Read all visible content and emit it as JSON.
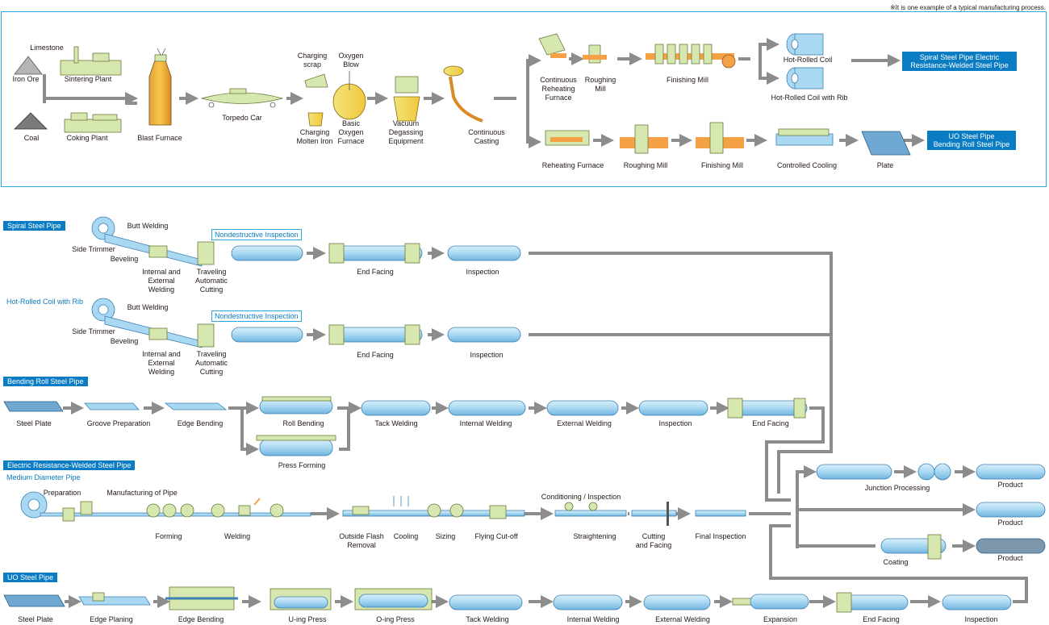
{
  "note": "※It is one example of a typical manufacturing process.",
  "top": {
    "limestone": "Limestone",
    "iron_ore": "Iron Ore",
    "sintering_plant": "Sintering Plant",
    "coal": "Coal",
    "coking_plant": "Coking Plant",
    "blast_furnace": "Blast Furnace",
    "torpedo_car": "Torpedo Car",
    "charging_scrap": [
      "Charging",
      "scrap"
    ],
    "charging_molten_iron": [
      "Charging",
      "Molten Iron"
    ],
    "oxygen_blow": [
      "Oxygen",
      "Blow"
    ],
    "basic_oxygen_furnace": [
      "Basic",
      "Oxygen",
      "Furnace"
    ],
    "vacuum_degassing": [
      "Vacuum",
      "Degassing",
      "Equipment"
    ],
    "continuous_casting": [
      "Continuous",
      "Casting"
    ],
    "cont_reheating_furnace": [
      "Continuous",
      "Reheating",
      "Furnace"
    ],
    "roughing_mill_top": [
      "Roughing",
      "Mill"
    ],
    "finishing_mill_top": "Finishing Mill",
    "hot_rolled_coil": "Hot-Rolled Coil",
    "hot_rolled_coil_rib": "Hot-Rolled Coil with Rib",
    "reheating_furnace": "Reheating Furnace",
    "roughing_mill": "Roughing Mill",
    "finishing_mill": "Finishing Mill",
    "controlled_cooling": "Controlled Cooling",
    "plate": "Plate",
    "product_spiral_erw": [
      "Spiral Steel Pipe Electric",
      "Resistance-Welded Steel Pipe"
    ],
    "product_uo_bending": [
      "UO Steel Pipe",
      "Bending Roll Steel Pipe"
    ]
  },
  "spiral": {
    "header": "Spiral Steel Pipe",
    "butt_welding": "Butt Welding",
    "side_trimmer": "Side Trimmer",
    "beveling": "Beveling",
    "internal_external": [
      "Internal and",
      "External",
      "Welding"
    ],
    "traveling_cutting": [
      "Traveling",
      "Automatic",
      "Cutting"
    ],
    "ndi": "Nondestructive Inspection",
    "end_facing": "End Facing",
    "inspection": "Inspection"
  },
  "rib": {
    "header": "Hot-Rolled Coil with Rib",
    "butt_welding": "Butt Welding",
    "side_trimmer": "Side Trimmer",
    "beveling": "Beveling",
    "internal_external": [
      "Internal and",
      "External",
      "Welding"
    ],
    "traveling_cutting": [
      "Traveling",
      "Automatic",
      "Cutting"
    ],
    "ndi": "Nondestructive Inspection",
    "end_facing": "End Facing",
    "inspection": "Inspection"
  },
  "bending": {
    "header": "Bending Roll Steel Pipe",
    "steel_plate": "Steel Plate",
    "groove_prep": "Groove Preparation",
    "edge_bending": "Edge Bending",
    "roll_bending": "Roll Bending",
    "press_forming": "Press Forming",
    "tack_welding": "Tack Welding",
    "internal_welding": "Internal Welding",
    "external_welding": "External Welding",
    "inspection": "Inspection",
    "end_facing": "End Facing"
  },
  "erw": {
    "header": "Electric Resistance-Welded Steel Pipe",
    "subheader": "Medium Diameter Pipe",
    "preparation": "Preparation",
    "manufacturing": "Manufacturing of Pipe",
    "forming": "Forming",
    "welding": "Welding",
    "outside_flash": [
      "Outside Flash",
      "Removal"
    ],
    "cooling": "Cooling",
    "sizing": "Sizing",
    "flying_cutoff": "Flying Cut-off",
    "conditioning": "Conditioning / Inspection",
    "straightening": "Straightening",
    "cutting_facing": [
      "Cutting",
      "and Facing"
    ],
    "final_inspection": "Final Inspection"
  },
  "finish": {
    "junction": "Junction Processing",
    "coating": "Coating",
    "product": "Product"
  },
  "uo": {
    "header": "UO Steel Pipe",
    "steel_plate": "Steel Plate",
    "edge_planing": "Edge Planing",
    "edge_bending": "Edge Bending",
    "u_press": "U-ing Press",
    "o_press": "O-ing Press",
    "tack_welding": "Tack Welding",
    "internal_welding": "Internal Welding",
    "external_welding": "External Welding",
    "expansion": "Expansion",
    "end_facing": "End Facing",
    "inspection": "Inspection"
  },
  "colors": {
    "pipe": "#a9d8f2",
    "pipe_stroke": "#3c7fb0",
    "machine": "#d7e7b0",
    "machine_stroke": "#6b7a3a",
    "hot": "#f5a145",
    "arrow": "#8c8c8c",
    "accent": "#0a7cc4"
  }
}
